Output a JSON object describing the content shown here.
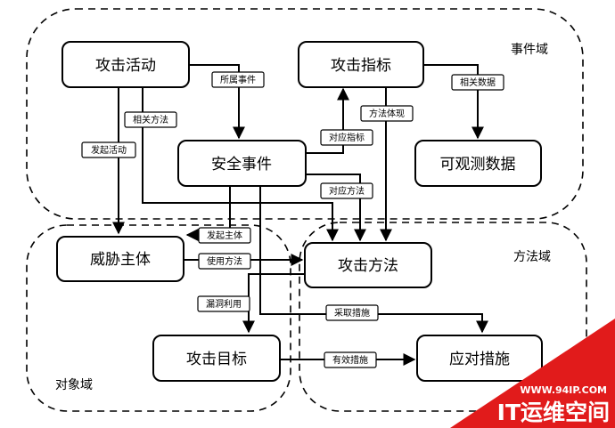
{
  "domains": {
    "event": "事件域",
    "method": "方法域",
    "object": "对象域"
  },
  "nodes": {
    "attack_activity": "攻击活动",
    "attack_indicator": "攻击指标",
    "security_event": "安全事件",
    "observable_data": "可观测数据",
    "threat_actor": "威胁主体",
    "attack_method": "攻击方法",
    "attack_target": "攻击目标",
    "countermeasure": "应对措施"
  },
  "edges": {
    "belongs_event": "所属事件",
    "related_data": "相关数据",
    "related_method": "相关方法",
    "method_embody": "方法体现",
    "initiate_activity": "发起活动",
    "corresponding_indicator": "对应指标",
    "corresponding_method": "对应方法",
    "initiating_actor": "发起主体",
    "use_method": "使用方法",
    "vuln_exploit": "漏洞利用",
    "take_measure": "采取措施",
    "effective_measure": "有效措施"
  },
  "watermark": {
    "url": "WWW.94IP.COM",
    "brand": "IT运维空间"
  }
}
